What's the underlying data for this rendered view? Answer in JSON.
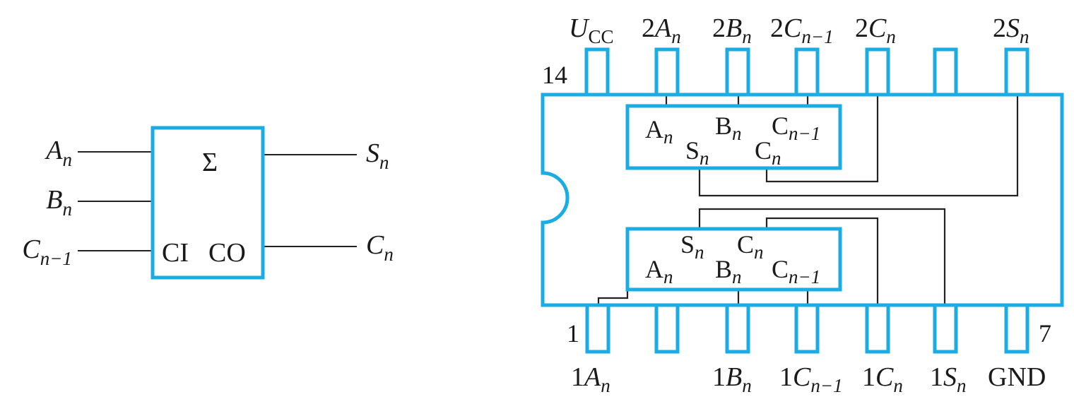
{
  "adder": {
    "inputs": [
      {
        "main": "A",
        "sub": "n"
      },
      {
        "main": "B",
        "sub": "n"
      },
      {
        "main": "C",
        "sub": "n−1"
      }
    ],
    "outputs": [
      {
        "main": "S",
        "sub": "n"
      },
      {
        "main": "C",
        "sub": "n"
      }
    ],
    "sigma": "Σ",
    "ci": "CI",
    "co": "CO"
  },
  "chip": {
    "colors": {
      "outline": "#1aace3",
      "wire": "#222222"
    },
    "pin14_number": "14",
    "pin1_number": "1",
    "pin7_number": "7",
    "top_pins": [
      {
        "pre": "",
        "main": "U",
        "sub": "CC"
      },
      {
        "pre": "2",
        "main": "A",
        "sub": "n"
      },
      {
        "pre": "2",
        "main": "B",
        "sub": "n"
      },
      {
        "pre": "2",
        "main": "C",
        "sub": "n−1"
      },
      {
        "pre": "2",
        "main": "C",
        "sub": "n"
      },
      {
        "pre": "",
        "main": "",
        "sub": ""
      },
      {
        "pre": "2",
        "main": "S",
        "sub": "n"
      }
    ],
    "bottom_pins": [
      {
        "pre": "1",
        "main": "A",
        "sub": "n"
      },
      {
        "pre": "",
        "main": "",
        "sub": ""
      },
      {
        "pre": "1",
        "main": "B",
        "sub": "n"
      },
      {
        "pre": "1",
        "main": "C",
        "sub": "n−1"
      },
      {
        "pre": "1",
        "main": "C",
        "sub": "n"
      },
      {
        "pre": "1",
        "main": "S",
        "sub": "n"
      },
      {
        "pre": "",
        "main": "GND",
        "sub": ""
      }
    ],
    "upper_adder": {
      "a": {
        "main": "A",
        "sub": "n"
      },
      "b": {
        "main": "B",
        "sub": "n"
      },
      "cin": {
        "main": "C",
        "sub": "n−1"
      },
      "s": {
        "main": "S",
        "sub": "n"
      },
      "cout": {
        "main": "C",
        "sub": "n"
      }
    },
    "lower_adder": {
      "a": {
        "main": "A",
        "sub": "n"
      },
      "b": {
        "main": "B",
        "sub": "n"
      },
      "cin": {
        "main": "C",
        "sub": "n−1"
      },
      "s": {
        "main": "S",
        "sub": "n"
      },
      "cout": {
        "main": "C",
        "sub": "n"
      }
    }
  }
}
